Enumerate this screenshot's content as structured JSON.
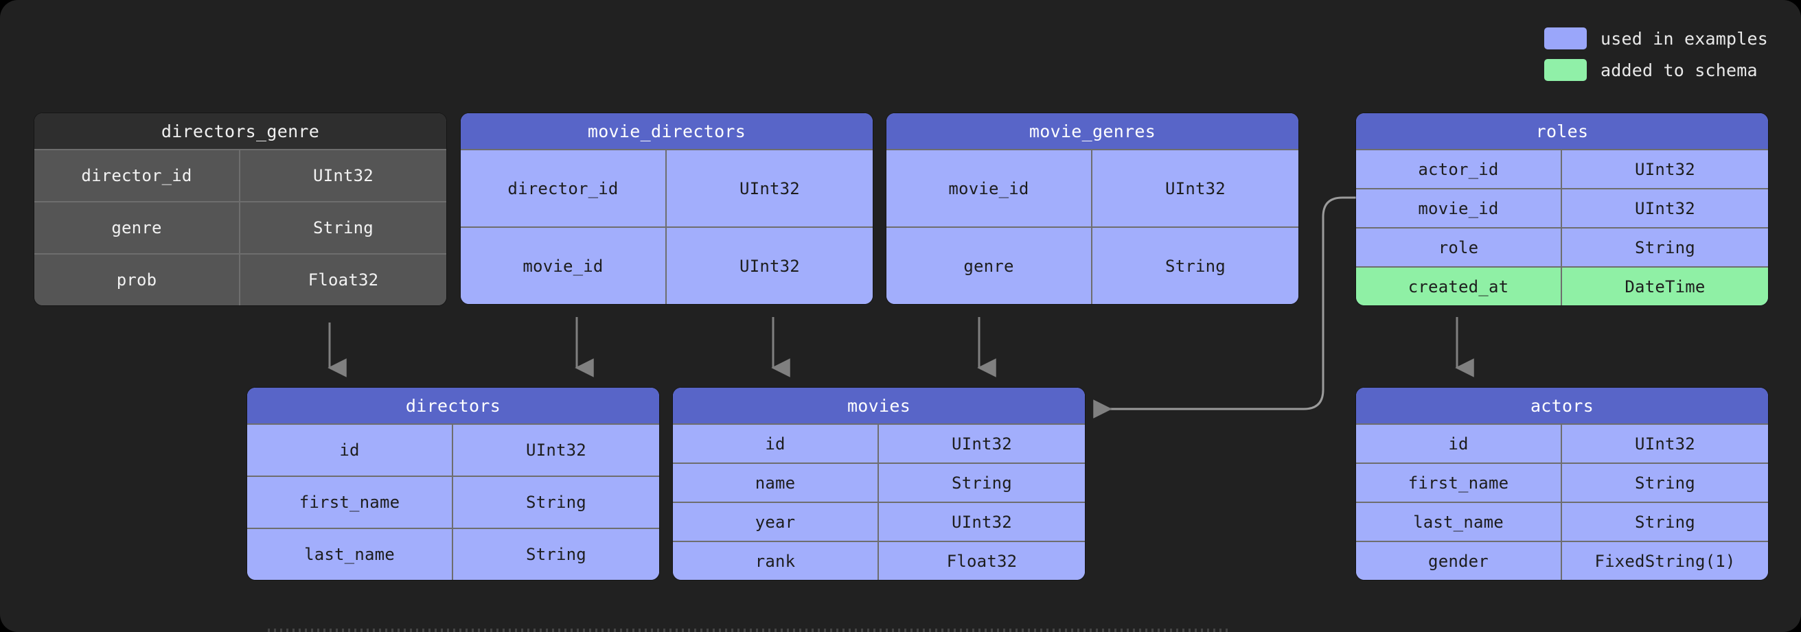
{
  "legend": {
    "items": [
      {
        "label": "used in examples",
        "color": "#9aa6fa",
        "name": "used-in-examples"
      },
      {
        "label": "added to schema",
        "color": "#90f0a8",
        "name": "added-to-schema"
      }
    ]
  },
  "tables": {
    "directors_genre": {
      "title": "directors_genre",
      "theme": "plain",
      "rows": [
        {
          "name": "director_id",
          "type": "UInt32",
          "highlight": "none"
        },
        {
          "name": "genre",
          "type": "String",
          "highlight": "none"
        },
        {
          "name": "prob",
          "type": "Float32",
          "highlight": "none"
        }
      ]
    },
    "movie_directors": {
      "title": "movie_directors",
      "theme": "blue",
      "rows": [
        {
          "name": "director_id",
          "type": "UInt32",
          "highlight": "none"
        },
        {
          "name": "movie_id",
          "type": "UInt32",
          "highlight": "none"
        }
      ]
    },
    "movie_genres": {
      "title": "movie_genres",
      "theme": "blue",
      "rows": [
        {
          "name": "movie_id",
          "type": "UInt32",
          "highlight": "none"
        },
        {
          "name": "genre",
          "type": "String",
          "highlight": "none"
        }
      ]
    },
    "roles": {
      "title": "roles",
      "theme": "blue",
      "rows": [
        {
          "name": "actor_id",
          "type": "UInt32",
          "highlight": "none"
        },
        {
          "name": "movie_id",
          "type": "UInt32",
          "highlight": "none"
        },
        {
          "name": "role",
          "type": "String",
          "highlight": "none"
        },
        {
          "name": "created_at",
          "type": "DateTime",
          "highlight": "green"
        }
      ]
    },
    "directors": {
      "title": "directors",
      "theme": "blue",
      "rows": [
        {
          "name": "id",
          "type": "UInt32",
          "highlight": "none"
        },
        {
          "name": "first_name",
          "type": "String",
          "highlight": "none"
        },
        {
          "name": "last_name",
          "type": "String",
          "highlight": "none"
        }
      ]
    },
    "movies": {
      "title": "movies",
      "theme": "blue",
      "rows": [
        {
          "name": "id",
          "type": "UInt32",
          "highlight": "none"
        },
        {
          "name": "name",
          "type": "String",
          "highlight": "none"
        },
        {
          "name": "year",
          "type": "UInt32",
          "highlight": "none"
        },
        {
          "name": "rank",
          "type": "Float32",
          "highlight": "none"
        }
      ]
    },
    "actors": {
      "title": "actors",
      "theme": "blue",
      "rows": [
        {
          "name": "id",
          "type": "UInt32",
          "highlight": "none"
        },
        {
          "name": "first_name",
          "type": "String",
          "highlight": "none"
        },
        {
          "name": "last_name",
          "type": "String",
          "highlight": "none"
        },
        {
          "name": "gender",
          "type": "FixedString(1)",
          "highlight": "none"
        }
      ]
    }
  },
  "relationships": [
    {
      "from": "directors_genre",
      "to": "directors"
    },
    {
      "from": "movie_directors",
      "to": "directors"
    },
    {
      "from": "movie_directors",
      "to": "movies"
    },
    {
      "from": "movie_genres",
      "to": "movies"
    },
    {
      "from": "roles",
      "to": "movies"
    },
    {
      "from": "roles",
      "to": "actors"
    }
  ],
  "colors": {
    "background": "#212121",
    "header_blue": "#5865c8",
    "body_blue": "#a2aefc",
    "green": "#8ff0a8",
    "plain_header": "#2e2e2e",
    "plain_body": "#555555",
    "connector": "#808080"
  }
}
